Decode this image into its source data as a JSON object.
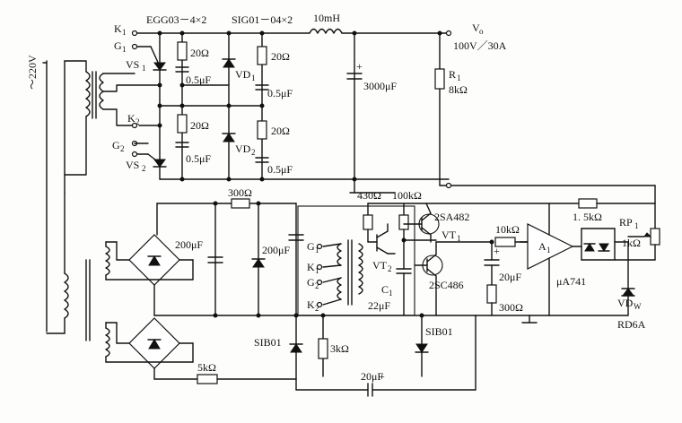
{
  "labels": {
    "k1": "K",
    "k1_sub": "1",
    "g1": "G",
    "g1_sub": "1",
    "vs1": "VS",
    "vs1_sub": "1",
    "k2": "K",
    "k2_sub": "2",
    "g2": "G",
    "g2_sub": "2",
    "vs2": "VS",
    "vs2_sub": "2",
    "egg": "EGG03－4×2",
    "sig": "SIG01－04×2",
    "inductor": "10mH",
    "vo": "V",
    "vo_sub": "o",
    "vo_rating": "100V／30A",
    "r1": "R",
    "r1_sub": "1",
    "r1_val": "8kΩ",
    "cap3000": "3000μF",
    "r20a": "20Ω",
    "c05a": "0.5μF",
    "r20b": "20Ω",
    "c05b": "0.5μF",
    "r20c": "20Ω",
    "c05c": "0.5μF",
    "r20d": "20Ω",
    "c05d": "0.5μF",
    "vd1": "VD",
    "vd1_sub": "1",
    "vd2": "VD",
    "vd2_sub": "2",
    "ac": "～220V",
    "r300a": "300Ω",
    "c200a": "200μF",
    "c200b": "200μF",
    "r430": "430Ω",
    "r100k": "100kΩ",
    "sa482": "2SA482",
    "vt1": "VT",
    "vt1_sub": "1",
    "vt2": "VT",
    "vt2_sub": "2",
    "sc486": "2SC486",
    "c1": "C",
    "c1_sub": "1",
    "c22": "22μF",
    "g1b": "G",
    "g1b_sub": "1",
    "k1b": "K",
    "k1b_sub": "1",
    "g2b": "G",
    "g2b_sub": "2",
    "k2b": "K",
    "k2b_sub": "2",
    "r10k": "10kΩ",
    "c20a": "20μF",
    "r300b": "300Ω",
    "a1": "A",
    "a1_sub": "1",
    "ua741": "μA741",
    "r15k": "1. 5kΩ",
    "rp1": "RP",
    "rp1_sub": "1",
    "rp1_val": "1kΩ",
    "vdw": "VD",
    "vdw_sub": "W",
    "rd6a": "RD6A",
    "sib01a": "SIB01",
    "sib01b": "SIB01",
    "r3k": "3kΩ",
    "r5k": "5kΩ",
    "c20b": "20μF",
    "plus_a": "+",
    "plus_b": "+"
  }
}
